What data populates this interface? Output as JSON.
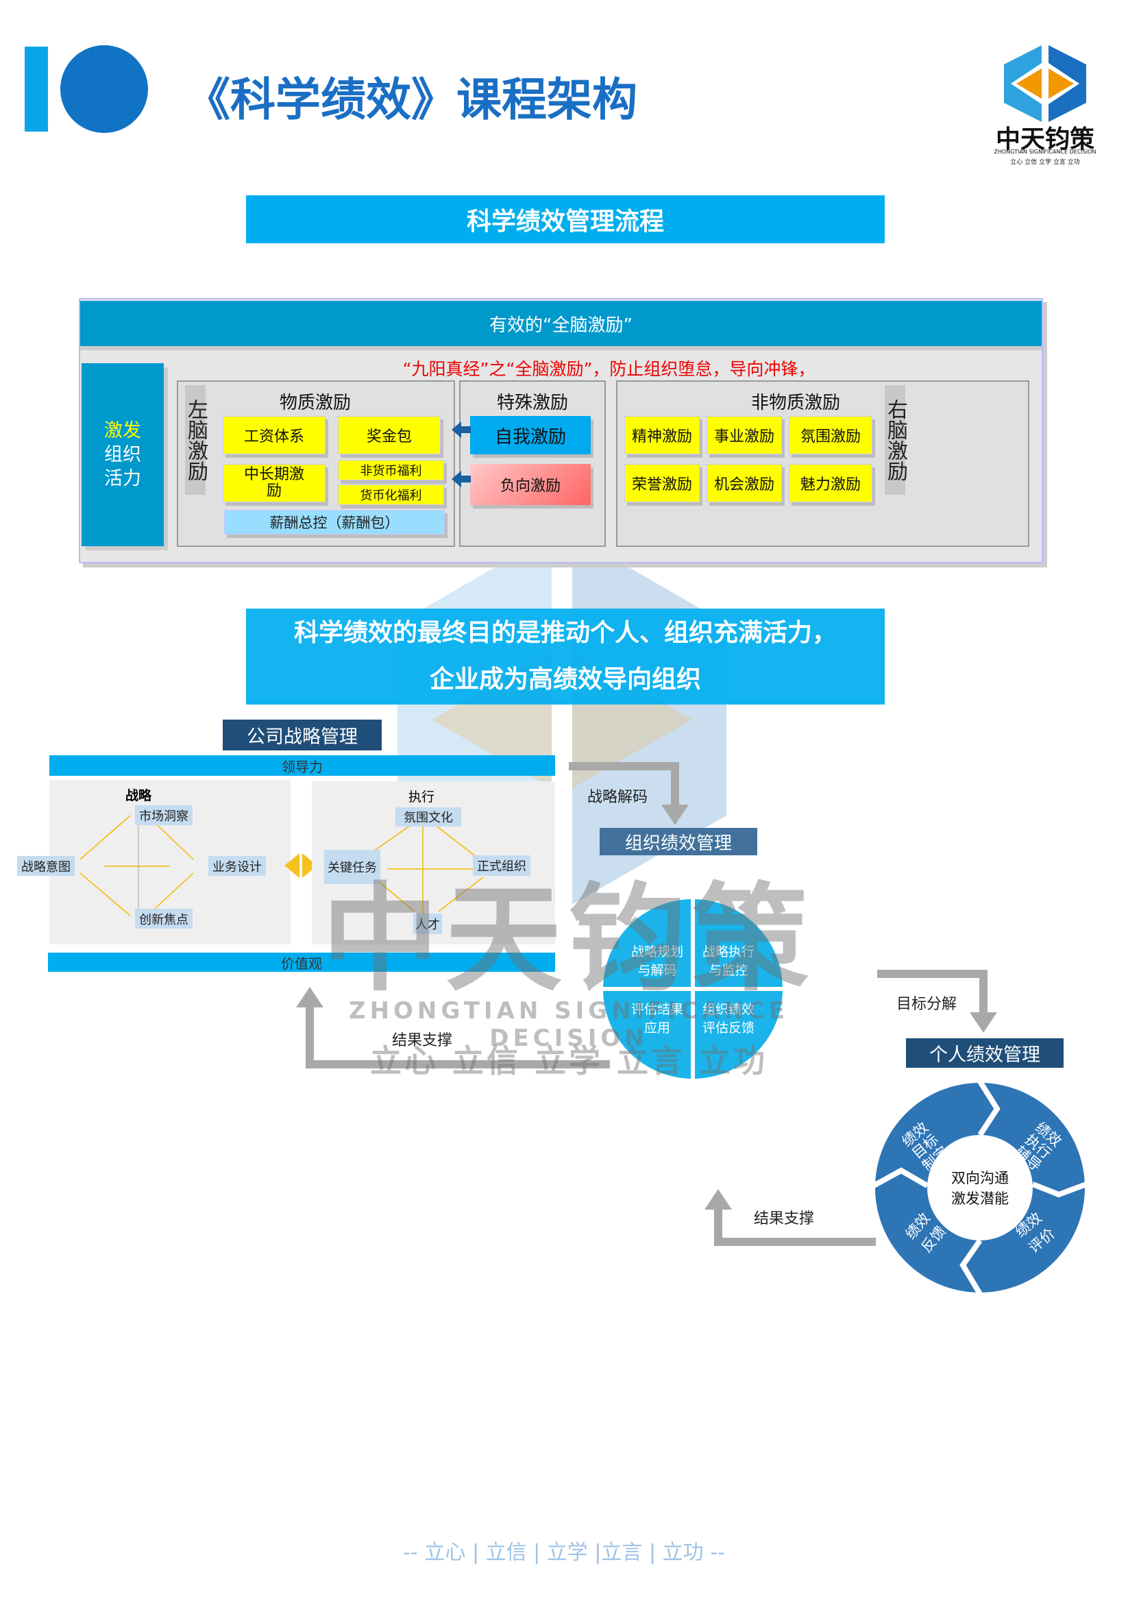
{
  "header": {
    "title": "《科学绩效》课程架构",
    "logo_text": "中天钧策",
    "logo_sub": "ZHONGTIAN SIGNIFICANCE DECISION",
    "logo_motto": "立心 立信 立学 立言 立功"
  },
  "banner1": "科学绩效管理流程",
  "incentive": {
    "header": "有效的“全脑激励”",
    "left_label": [
      "激发",
      "组织",
      "活力"
    ],
    "slogan": "“九阳真经”之“全脑激励”，防止组织堕怠，导向冲锋，",
    "left_brain": "左脑激励",
    "right_brain": "右脑激励",
    "material": {
      "title": "物质激励",
      "items": [
        "工资体系",
        "奖金包",
        "中长期激励",
        "非货币福利",
        "货币化福利"
      ],
      "total": "薪酬总控（薪酬包）"
    },
    "special": {
      "title": "特殊激励",
      "self": "自我激励",
      "negative": "负向激励"
    },
    "nonmaterial": {
      "title": "非物质激励",
      "items": [
        "精神激励",
        "事业激励",
        "氛围激励",
        "荣誉激励",
        "机会激励",
        "魅力激励"
      ]
    }
  },
  "banner2": [
    "科学绩效的最终目的是推动个人、组织充满活力，",
    "企业成为高绩效导向组织"
  ],
  "strategy": {
    "title": "公司战略管理",
    "top_bar": "领导力",
    "bottom_bar": "价值观",
    "left": {
      "title": "战略",
      "top": "市场洞察",
      "left": "战略意图",
      "right": "业务设计",
      "bottom": "创新焦点"
    },
    "right": {
      "title": "执行",
      "top": "氛围文化",
      "left": "关键任务",
      "right": "正式组织",
      "bottom": "人才"
    }
  },
  "flow": {
    "decode": "战略解码",
    "org_title": "组织绩效管理",
    "org_quadrants": [
      "战略规划\n与解码",
      "战略执行\n与监控",
      "评估结果\n应用",
      "组织绩效\n评估反馈"
    ],
    "support1": "结果支撑",
    "target": "目标分解",
    "personal_title": "个人绩效管理",
    "cycle": [
      "绩效\n目标\n制定",
      "绩效\n执行\n辅导",
      "绩效\n评价",
      "绩效\n反馈"
    ],
    "center": [
      "双向沟通",
      "激发潜能"
    ],
    "support2": "结果支撑"
  },
  "watermark": {
    "cn": "中天钧策",
    "en": "ZHONGTIAN SIGNIFICANCE DECISION",
    "motto": "立心 立信 立学 立言 立功"
  },
  "footer": "-- 立心 | 立信 | 立学 |立言 | 立功 --"
}
